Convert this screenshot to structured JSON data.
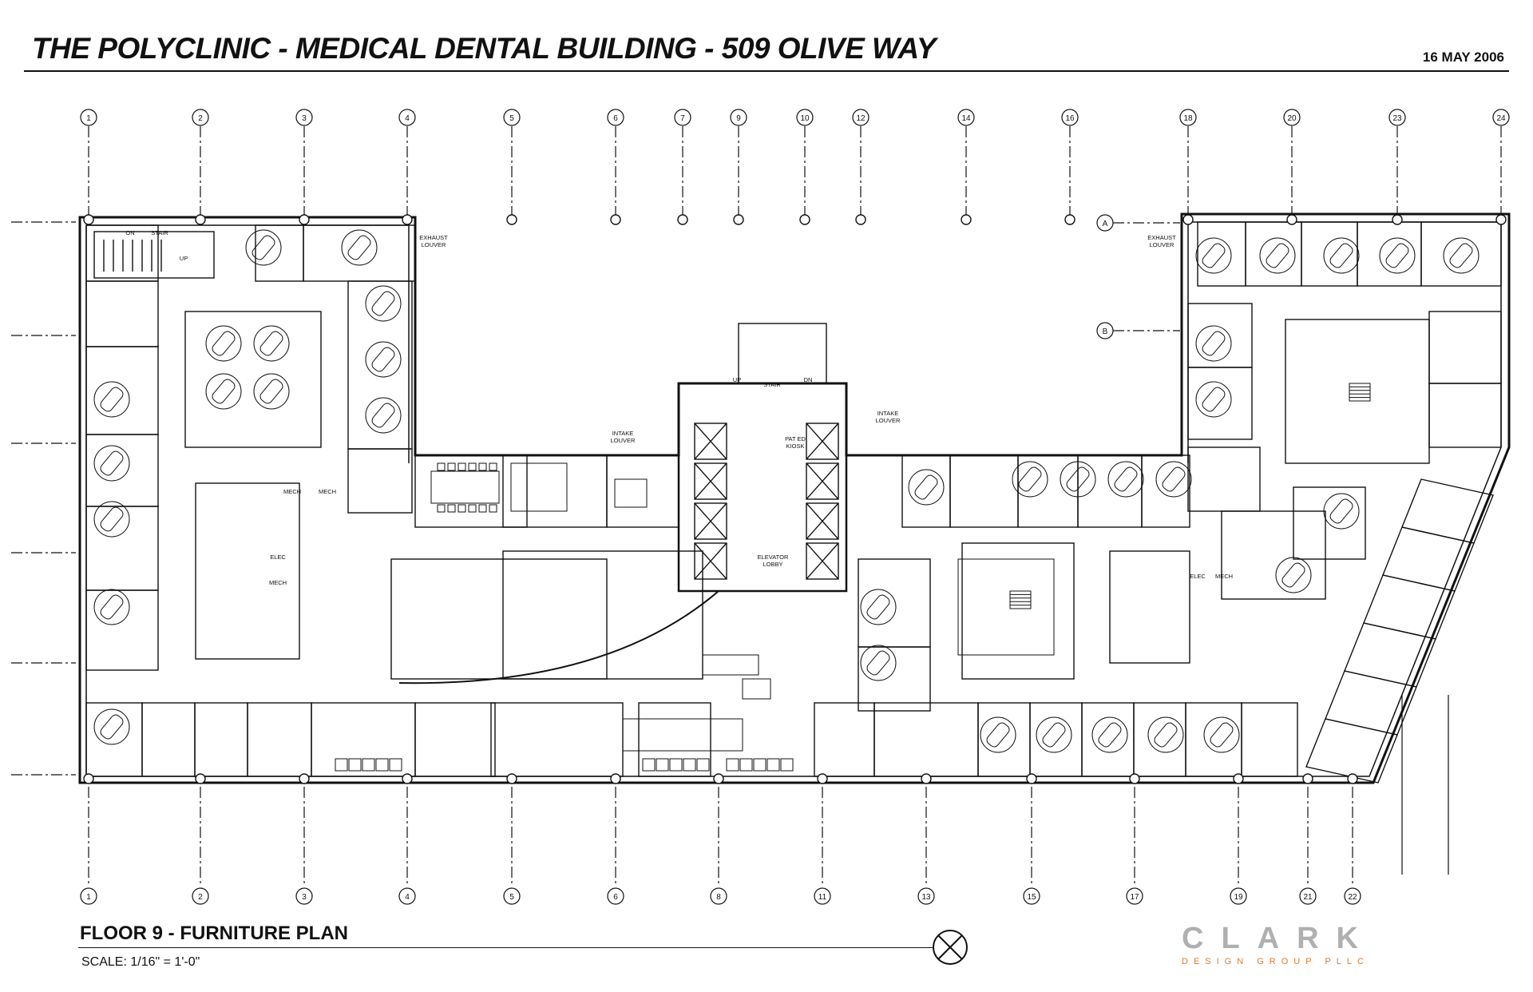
{
  "header": {
    "title": "THE POLYCLINIC - MEDICAL DENTAL BUILDING - 509 OLIVE WAY",
    "date": "16 MAY 2006"
  },
  "grid": {
    "top": [
      "1",
      "2",
      "3",
      "4",
      "5",
      "6",
      "7",
      "9",
      "10",
      "12",
      "14",
      "16",
      "18",
      "20",
      "23",
      "24"
    ],
    "bottom": [
      "1",
      "2",
      "3",
      "4",
      "5",
      "6",
      "8",
      "11",
      "13",
      "15",
      "17",
      "19",
      "21",
      "22"
    ],
    "row_markers": [
      "A",
      "B"
    ]
  },
  "plan_labels": {
    "stair_left": "STAIR",
    "stair_on": "ON",
    "stair_up": "UP",
    "exhaust_louver_left": [
      "EXHAUST",
      "LOUVER"
    ],
    "exhaust_louver_right": [
      "EXHAUST",
      "LOUVER"
    ],
    "intake_louver_left": [
      "INTAKE",
      "LOUVER"
    ],
    "intake_louver_right": [
      "INTAKE",
      "LOUVER"
    ],
    "stair_center": "STAIR",
    "stair_center_up": "UP",
    "stair_center_dn": "DN",
    "pat_ed_kiosk": [
      "PAT ED",
      "KIOSK"
    ],
    "elevator_lobby": [
      "ELEVATOR",
      "LOBBY"
    ],
    "mech_1": "MECH",
    "mech_2": "MECH",
    "mech_3": "MECH",
    "mech_4": "MECH",
    "elec_1": "ELEC",
    "elec_2": "ELEC"
  },
  "footer": {
    "floor_title": "FLOOR 9 - FURNITURE PLAN",
    "scale": "SCALE: 1/16\" = 1'-0\""
  },
  "logo": {
    "word": "CLARK",
    "sub": "DESIGN GROUP PLLC"
  },
  "colors": {
    "line": "#111111",
    "logo_gray": "#b0b0b0",
    "logo_orange": "#e07a2b"
  }
}
